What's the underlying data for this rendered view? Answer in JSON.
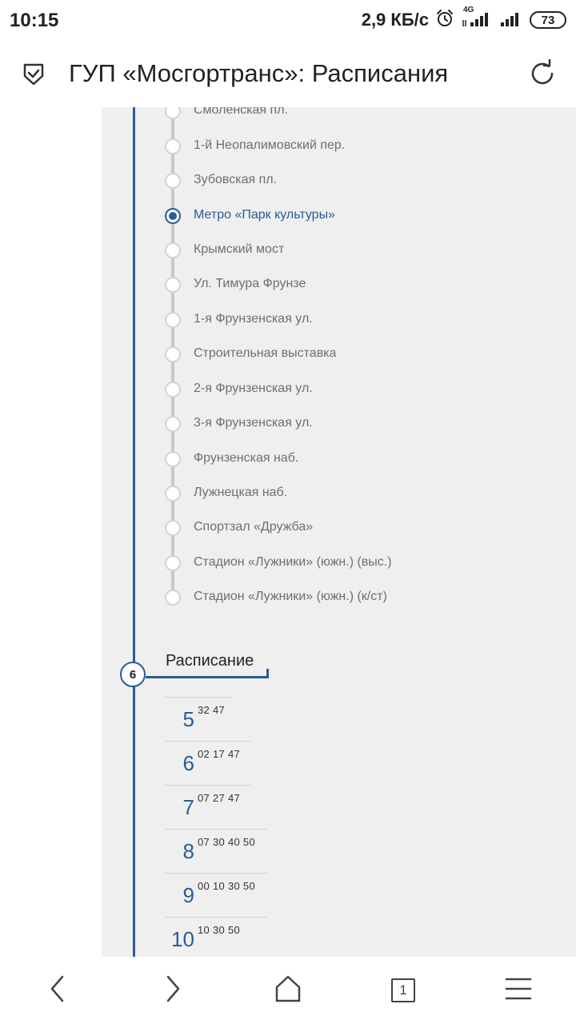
{
  "status_bar": {
    "time": "10:15",
    "net_speed": "2,9 КБ/с",
    "battery": "73",
    "network_label": "4G"
  },
  "header": {
    "title": "ГУП «Мосгортранс»: Расписания"
  },
  "stops": [
    {
      "name": "Смоленская пл.",
      "active": false
    },
    {
      "name": "1-й Неопалимовский пер.",
      "active": false
    },
    {
      "name": "Зубовская пл.",
      "active": false
    },
    {
      "name": "Метро «Парк культуры»",
      "active": true
    },
    {
      "name": "Крымский мост",
      "active": false
    },
    {
      "name": "Ул. Тимура Фрунзе",
      "active": false
    },
    {
      "name": "1-я Фрунзенская ул.",
      "active": false
    },
    {
      "name": "Строительная выставка",
      "active": false
    },
    {
      "name": "2-я Фрунзенская ул.",
      "active": false
    },
    {
      "name": "3-я Фрунзенская ул.",
      "active": false
    },
    {
      "name": "Фрунзенская наб.",
      "active": false
    },
    {
      "name": "Лужнецкая наб.",
      "active": false
    },
    {
      "name": "Спортзал «Дружба»",
      "active": false
    },
    {
      "name": "Стадион «Лужники» (южн.) (выс.)",
      "active": false
    },
    {
      "name": "Стадион «Лужники» (южн.) (к/ст)",
      "active": false
    }
  ],
  "schedule": {
    "step_number": "6",
    "title": "Расписание",
    "rows": [
      {
        "hour": "5",
        "minutes": "32 47"
      },
      {
        "hour": "6",
        "minutes": "02 17 47"
      },
      {
        "hour": "7",
        "minutes": "07 27 47"
      },
      {
        "hour": "8",
        "minutes": "07 30 40 50"
      },
      {
        "hour": "9",
        "minutes": "00 10 30 50"
      },
      {
        "hour": "10",
        "minutes": "10 30 50"
      }
    ]
  },
  "bottom_nav": {
    "tabs_count": "1",
    "icons": [
      "back-icon",
      "forward-icon",
      "home-icon",
      "tabs-icon",
      "menu-icon"
    ]
  },
  "colors": {
    "accent": "#2a5c95",
    "content_bg": "#efefef",
    "stop_text": "#6f6f6f"
  }
}
